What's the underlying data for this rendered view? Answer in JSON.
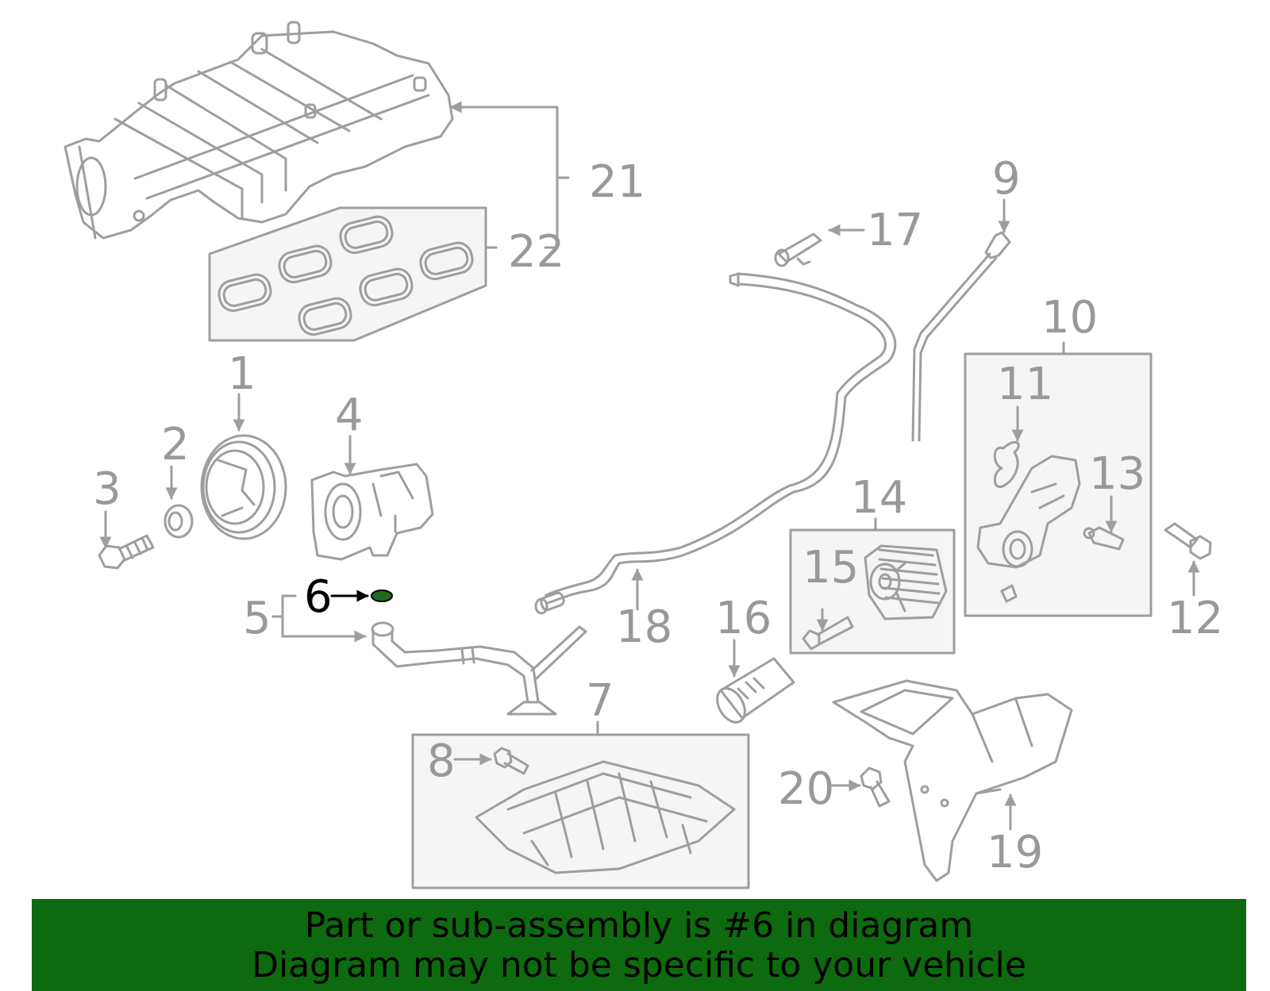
{
  "diagram": {
    "highlight_part": "6",
    "highlight_color": "#1f6b1f",
    "line_color": "#9e9e9e",
    "box_fill": "#f5f5f5",
    "callouts": {
      "c1": "1",
      "c2": "2",
      "c3": "3",
      "c4": "4",
      "c5": "5",
      "c6": "6",
      "c7": "7",
      "c8": "8",
      "c9": "9",
      "c10": "10",
      "c11": "11",
      "c12": "12",
      "c13": "13",
      "c14": "14",
      "c15": "15",
      "c16": "16",
      "c17": "17",
      "c18": "18",
      "c19": "19",
      "c20": "20",
      "c21": "21",
      "c22": "22"
    }
  },
  "banner": {
    "line1": "Part or sub-assembly is #6 in diagram",
    "line2": "Diagram may not be specific to your vehicle",
    "background": "#0e6a0e"
  }
}
